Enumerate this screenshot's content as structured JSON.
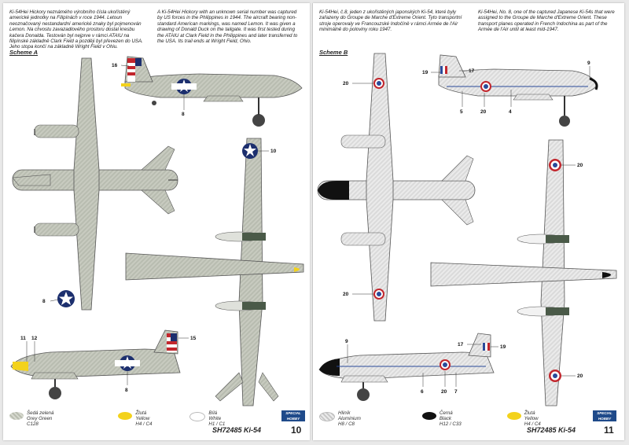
{
  "left_page": {
    "text_cz": "Ki-54Hei Hickory neznámého výrobního čísla ukořistěný americké jednotky na Filipínách v roce 1944. Letoun neoznačovaný nestandardní americké znaky byl pojmenován Lemon. Na chvostu zavazadlového prostoru dostal kresbu kačera Donalda. Testován byl nejprve v rámci ATAIU na filipínské základně Clark Field a později byl převezen do USA. Jeho stopa končí na základně Wright Field v Ohiu.",
    "text_en": "A Ki-54Hei Hickory with an unknown serial number was captured by US forces in the Philippines in 1944. The aircraft bearing non-standard American markings, was named Lemon. It was given a drawing of Donald Duck on the tailgate. It was first tested during the ATAIU at Clark Field in the Philippines and later transferred to the USA. Its trail ends at Wright Field, Ohio.",
    "scheme": "Scheme A",
    "callouts": [
      "16",
      "8",
      "10",
      "8",
      "11",
      "12",
      "15",
      "8"
    ],
    "swatches": [
      {
        "cz": "Šedá zelená",
        "en": "Grey Green",
        "code": "C128"
      },
      {
        "cz": "Žlutá",
        "en": "Yellow",
        "code": "H4 / C4"
      },
      {
        "cz": "Bílá",
        "en": "White",
        "code": "H1 / C1"
      }
    ],
    "footer": "SH72485 Ki-54",
    "page_number": "10"
  },
  "right_page": {
    "text_cz": "Ki-54Hei, č.8, jeden z ukořistěných japonských Ki-54, které byly zařazeny do Groupe de Marche d'Extreme Orient. Tyto transportní stroje operovaly ve Francouzské Indočíně v rámci Armée de l'Air minimálně do poloviny roku 1947.",
    "text_en": "Ki-54Hei, No. 8, one of the captured Japanese Ki-54s that were assigned to the Groupe de Marche d'Extreme Orient. These transport planes operated in French Indochina as part of the Armée de l'Air until at least mid-1947.",
    "scheme": "Scheme B",
    "callouts": [
      "20",
      "19",
      "17",
      "9",
      "5",
      "20",
      "4",
      "20",
      "20",
      "9",
      "17",
      "19",
      "6",
      "20",
      "7",
      "20"
    ],
    "swatches": [
      {
        "cz": "Hliník",
        "en": "Aluminium",
        "code": "H8 / C8"
      },
      {
        "cz": "Černá",
        "en": "Black",
        "code": "H12 / C33"
      },
      {
        "cz": "Žlutá",
        "en": "Yellow",
        "code": "H4 / C4"
      }
    ],
    "footer": "SH72485 Ki-54",
    "page_number": "11"
  },
  "logo_text": "SPECIAL HOBBY",
  "colors": {
    "grey_green": "#c3c6bb",
    "aluminium": "#e3e3e3",
    "yellow": "#f3d21c",
    "us_blue": "#1c2f6e",
    "french_red": "#c2262d",
    "french_blue": "#2a4a9a"
  }
}
